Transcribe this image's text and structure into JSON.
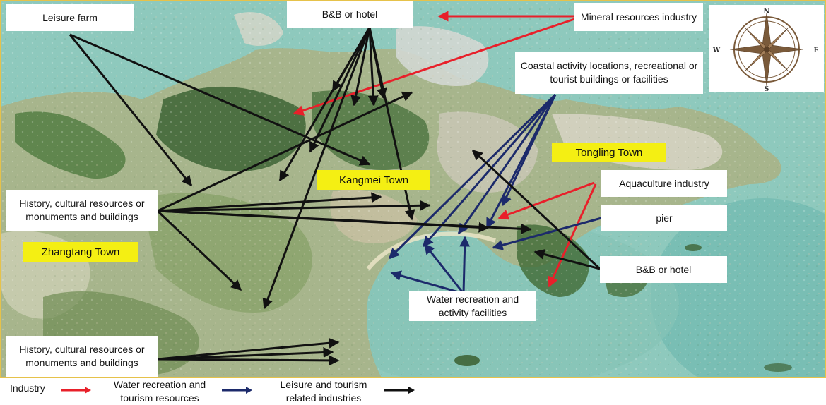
{
  "map": {
    "towns": {
      "zhangtang": "Zhangtang Town",
      "kangmei": "Kangmei Town",
      "tongling": "Tongling Town"
    },
    "labels": {
      "leisure_farm": "Leisure farm",
      "bb_top": "B&B or hotel",
      "mineral": "Mineral resources industry",
      "coastal": "Coastal activity locations, recreational or tourist buildings or facilities",
      "history_mid": "History, cultural resources or monuments and buildings",
      "history_bottom": "History, cultural resources or monuments and buildings",
      "aquaculture": "Aquaculture industry",
      "pier": "pier",
      "bb_right": "B&B or hotel",
      "water": "Water recreation and activity facilities"
    },
    "compass": {
      "n": "N",
      "s": "S",
      "e": "E",
      "w": "W"
    }
  },
  "legend": {
    "industry": "Industry",
    "water": "Water recreation and tourism resources",
    "leisure": "Leisure and tourism related industries"
  },
  "colors": {
    "industry": "#e8202a",
    "water": "#1c2a6b",
    "leisure": "#111111",
    "town_fill": "#f4ef13"
  }
}
